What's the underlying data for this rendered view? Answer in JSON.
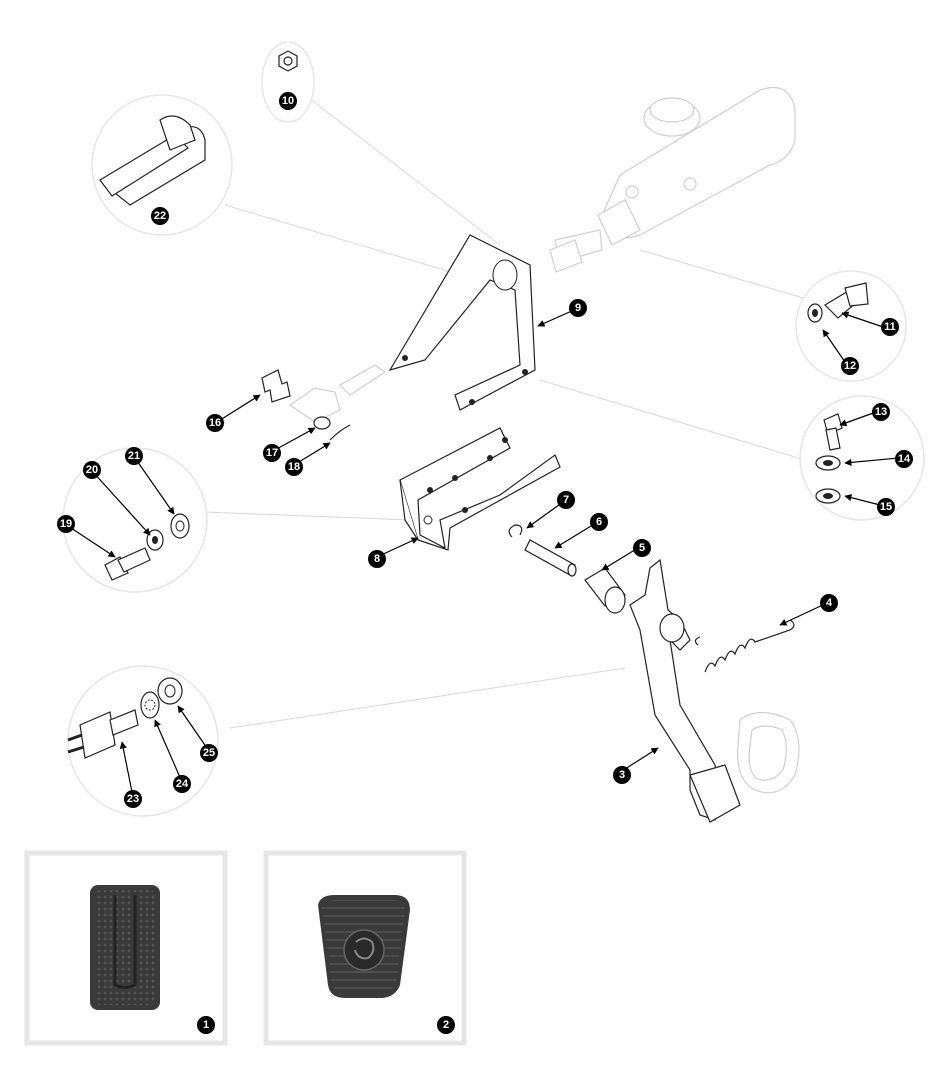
{
  "diagram": {
    "callouts": [
      "1",
      "2",
      "3",
      "4",
      "5",
      "6",
      "7",
      "8",
      "9",
      "10",
      "11",
      "12",
      "13",
      "14",
      "15",
      "16",
      "17",
      "18",
      "19",
      "20",
      "21",
      "22",
      "23",
      "24",
      "25"
    ]
  },
  "colors": {
    "callout_fill": "#000000",
    "callout_text": "#ffffff",
    "line_art": "#222222",
    "ghost_art": "#cfcfcf",
    "zoom_border": "#e6e6e6",
    "pad_rubber": "#3a3a3a"
  }
}
